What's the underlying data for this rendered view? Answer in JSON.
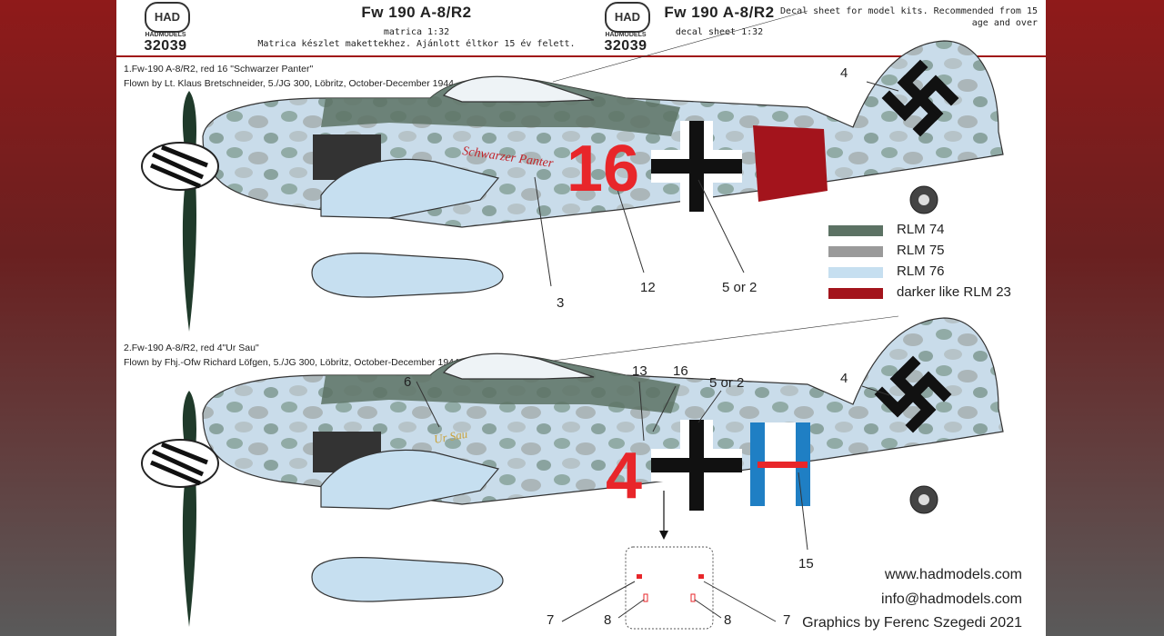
{
  "header": {
    "logo_text": "HAD",
    "logo_sub": "HADMODELS",
    "catalog_number": "32039",
    "title_hu": "Fw 190 A-8/R2",
    "scale_hu": "matrica 1:32",
    "desc_hu": "Matrica készlet makettekhez. Ajánlott éltkor 15 év felett.",
    "title_en": "Fw 190 A-8/R2",
    "scale_en": "decal sheet 1:32",
    "desc_en": "Decal sheet for model kits. Recommended from 15 age and over"
  },
  "profiles": [
    {
      "line1": "1.Fw-190 A-8/R2, red 16 \"Schwarzer Panter\"",
      "line2": "Flown by  Lt. Klaus Bretschneider, 5./JG 300, Löbritz, October-December 1944.",
      "number": "16",
      "nose_art": "Schwarzer Panter",
      "callouts": [
        "4",
        "3",
        "12",
        "5 or 2"
      ]
    },
    {
      "line1": "2.Fw-190 A-8/R2, red 4\"Ur Sau\"",
      "line2": "Flown by  Fhj.-Ofw Richard Löfgen, 5./JG 300, Löbritz, October-December 1944.",
      "number": "4",
      "nose_art": "Ur Sau",
      "callouts": [
        "6",
        "13",
        "16",
        "5 or 2",
        "4",
        "15",
        "7",
        "8",
        "8",
        "7"
      ]
    }
  ],
  "legend": [
    {
      "label": "RLM 74",
      "color": "#5c7264"
    },
    {
      "label": "RLM 75",
      "color": "#9a9a9a"
    },
    {
      "label": "RLM 76",
      "color": "#c6dff0"
    },
    {
      "label": "darker like RLM 23",
      "color": "#a3141c"
    }
  ],
  "contact": {
    "website": "www.hadmodels.com",
    "email": "info@hadmodels.com",
    "credit": "Graphics by Ferenc Szegedi 2021"
  },
  "colors": {
    "rlm74": "#5c7264",
    "rlm75": "#9a9a9a",
    "rlm76": "#c6dff0",
    "rlm23": "#a3141c",
    "marking_red": "#e8262a",
    "band_blue": "#1f7fc4"
  }
}
